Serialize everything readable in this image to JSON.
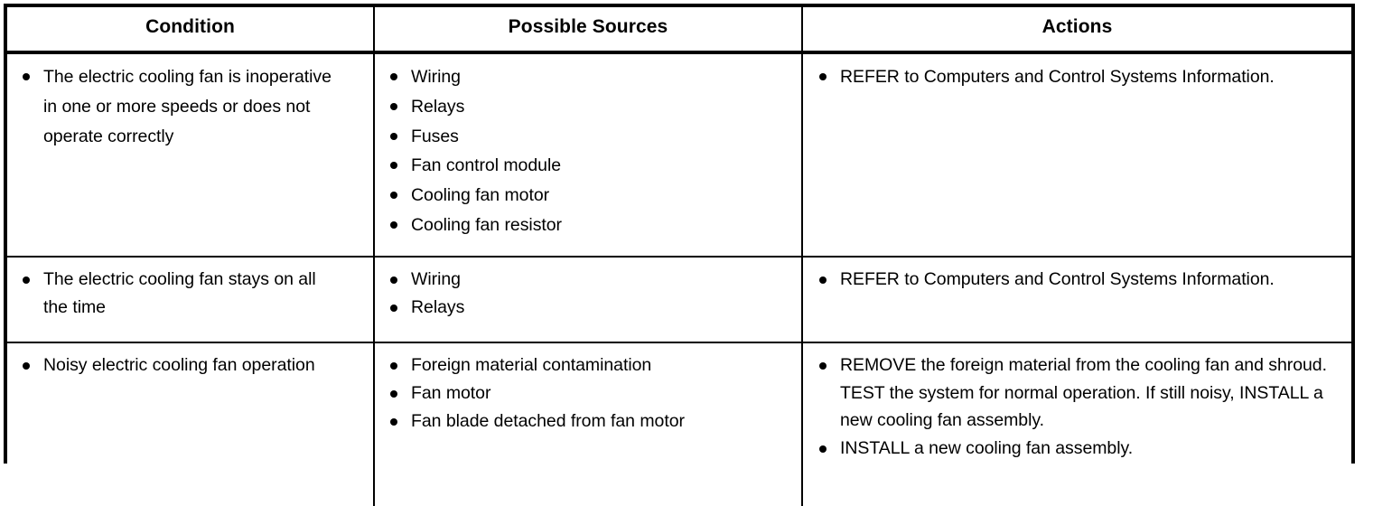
{
  "table": {
    "columns": [
      {
        "key": "condition",
        "header": "Condition"
      },
      {
        "key": "sources",
        "header": "Possible Sources"
      },
      {
        "key": "actions",
        "header": "Actions"
      }
    ],
    "rows": [
      {
        "condition": [
          "The electric cooling fan is inoperative in one or more speeds or does not operate correctly"
        ],
        "sources": [
          "Wiring",
          "Relays",
          "Fuses",
          "Fan control module",
          "Cooling fan motor",
          "Cooling fan resistor"
        ],
        "actions": [
          "REFER to Computers and Control Systems Information."
        ]
      },
      {
        "condition": [
          "The electric cooling fan stays on all the time"
        ],
        "sources": [
          "Wiring",
          "Relays"
        ],
        "actions": [
          "REFER to Computers and Control Systems Information."
        ]
      },
      {
        "condition": [
          "Noisy electric cooling fan operation"
        ],
        "sources": [
          "Foreign material contamination",
          "Fan motor",
          "Fan blade detached from fan motor"
        ],
        "actions": [
          "REMOVE the foreign material from the cooling fan and shroud. TEST the system for normal operation. If still noisy, INSTALL a new cooling fan assembly.",
          "INSTALL a new cooling fan assembly."
        ]
      }
    ]
  },
  "colors": {
    "background": "#ffffff",
    "text": "#000000",
    "border": "#000000"
  }
}
